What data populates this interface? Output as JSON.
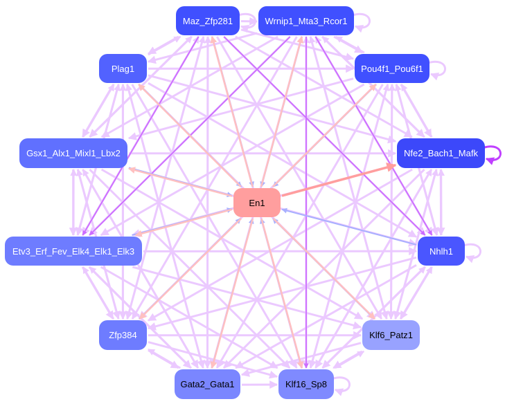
{
  "title": "Gene regulatory network",
  "nodes": [
    {
      "id": "Maz_Zfp281",
      "label": "Maz_Zfp281",
      "color": "#4050ff",
      "text": "#ffffff"
    },
    {
      "id": "Wrnip1_Mta3_Rcor1",
      "label": "Wrnip1_Mta3_Rcor1",
      "color": "#4050ff",
      "text": "#ffffff"
    },
    {
      "id": "Plag1",
      "label": "Plag1",
      "color": "#5262ff",
      "text": "#ffffff"
    },
    {
      "id": "Pou4f1_Pou6f1",
      "label": "Pou4f1_Pou6f1",
      "color": "#4050ff",
      "text": "#ffffff"
    },
    {
      "id": "Gsx1_Alx1_Mixl1_Lbx2",
      "label": "Gsx1_Alx1_Mixl1_Lbx2",
      "color": "#6070ff",
      "text": "#ffffff"
    },
    {
      "id": "Nfe2_Bach1_Mafk",
      "label": "Nfe2_Bach1_Mafk",
      "color": "#3c48fa",
      "text": "#ffffff"
    },
    {
      "id": "En1",
      "label": "En1",
      "color": "#ff9e9e",
      "text": "#000000"
    },
    {
      "id": "Etv3_Erf_Fev_Elk4_Elk1_Elk3",
      "label": "Etv3_Erf_Fev_Elk4_Elk1_Elk3",
      "color": "#6e7cff",
      "text": "#ffffff"
    },
    {
      "id": "Nhlh1",
      "label": "Nhlh1",
      "color": "#4a56ff",
      "text": "#ffffff"
    },
    {
      "id": "Zfp384",
      "label": "Zfp384",
      "color": "#6e7cff",
      "text": "#ffffff"
    },
    {
      "id": "Klf6_Patz1",
      "label": "Klf6_Patz1",
      "color": "#98a2ff",
      "text": "#000000"
    },
    {
      "id": "Gata2_Gata1",
      "label": "Gata2_Gata1",
      "color": "#7a86ff",
      "text": "#000000"
    },
    {
      "id": "Klf16_Sp8",
      "label": "Klf16_Sp8",
      "color": "#7f8aff",
      "text": "#000000"
    }
  ],
  "edge_colors": {
    "mesh": "#ebc9ff",
    "strong": "#cc6cff",
    "out": "#ffc0c0",
    "in": "#a8b0ff",
    "hub": "#ff9e9e",
    "loop_strong": "#c040ff"
  },
  "mesh_all_pairs_among_outer_nodes": true,
  "strong_edges": [
    [
      "Maz_Zfp281",
      "Etv3_Erf_Fev_Elk4_Elk1_Elk3"
    ],
    [
      "Wrnip1_Mta3_Rcor1",
      "Nhlh1"
    ],
    [
      "Wrnip1_Mta3_Rcor1",
      "Etv3_Erf_Fev_Elk4_Elk1_Elk3"
    ],
    [
      "Maz_Zfp281",
      "Nhlh1"
    ],
    [
      "Wrnip1_Mta3_Rcor1",
      "Klf16_Sp8"
    ]
  ],
  "en1_out": [
    "Nfe2_Bach1_Mafk",
    "Gsx1_Alx1_Mixl1_Lbx2",
    "Etv3_Erf_Fev_Elk4_Elk1_Elk3",
    "Zfp384",
    "Gata2_Gata1",
    "Klf16_Sp8",
    "Klf6_Patz1",
    "Plag1",
    "Maz_Zfp281",
    "Wrnip1_Mta3_Rcor1",
    "Pou4f1_Pou6f1"
  ],
  "en1_in": [
    "Plag1",
    "Maz_Zfp281",
    "Wrnip1_Mta3_Rcor1",
    "Pou4f1_Pou6f1",
    "Nhlh1",
    "Gsx1_Alx1_Mixl1_Lbx2",
    "Etv3_Erf_Fev_Elk4_Elk1_Elk3",
    "Zfp384",
    "Gata2_Gata1",
    "Klf16_Sp8",
    "Klf6_Patz1"
  ],
  "self_loops": [
    {
      "node": "Maz_Zfp281",
      "strong": false
    },
    {
      "node": "Wrnip1_Mta3_Rcor1",
      "strong": false
    },
    {
      "node": "Pou4f1_Pou6f1",
      "strong": false
    },
    {
      "node": "Nfe2_Bach1_Mafk",
      "strong": true
    },
    {
      "node": "Nhlh1",
      "strong": false
    },
    {
      "node": "Klf16_Sp8",
      "strong": false
    }
  ]
}
